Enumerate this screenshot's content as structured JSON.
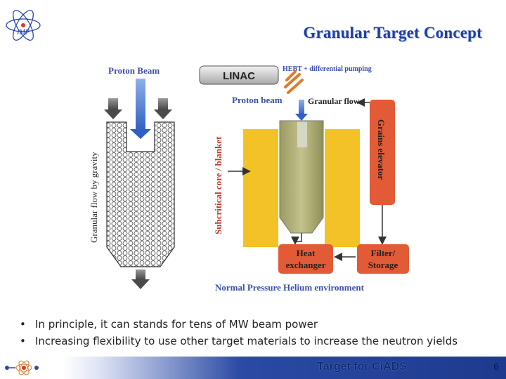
{
  "slide": {
    "title": "Granular Target Concept",
    "bullets": [
      "In principle, it can stands for tens of MW beam power",
      "Increasing flexibility to use other target materials to increase the neutron yields"
    ],
    "footer": "Target for CiADS",
    "page_number": "6",
    "logo_text": "IMP"
  },
  "diagram": {
    "left": {
      "proton_beam": "Proton Beam",
      "side_label": "Granular flow by gravity"
    },
    "right": {
      "linac": "LINAC",
      "hebt": "HEBT + differential pumping",
      "proton_beam": "Proton beam",
      "granular_flow": "Granular flow",
      "grains_elevator": "Grains elevator",
      "subcritical": "Subcritical core / blanket",
      "heat_exchanger": [
        "Heat",
        "exchanger"
      ],
      "filter_storage": [
        "Filter/",
        "Storage"
      ],
      "environment": "Normal Pressure Helium environment"
    },
    "colors": {
      "label_blue": "#3b4fa8",
      "red_label": "#c0392b",
      "box_orange": "#e35a36",
      "core_yellow": "#f3c226",
      "arrow_gray": "#5a5a5a",
      "beam_blue": "#2f5fc4"
    }
  }
}
